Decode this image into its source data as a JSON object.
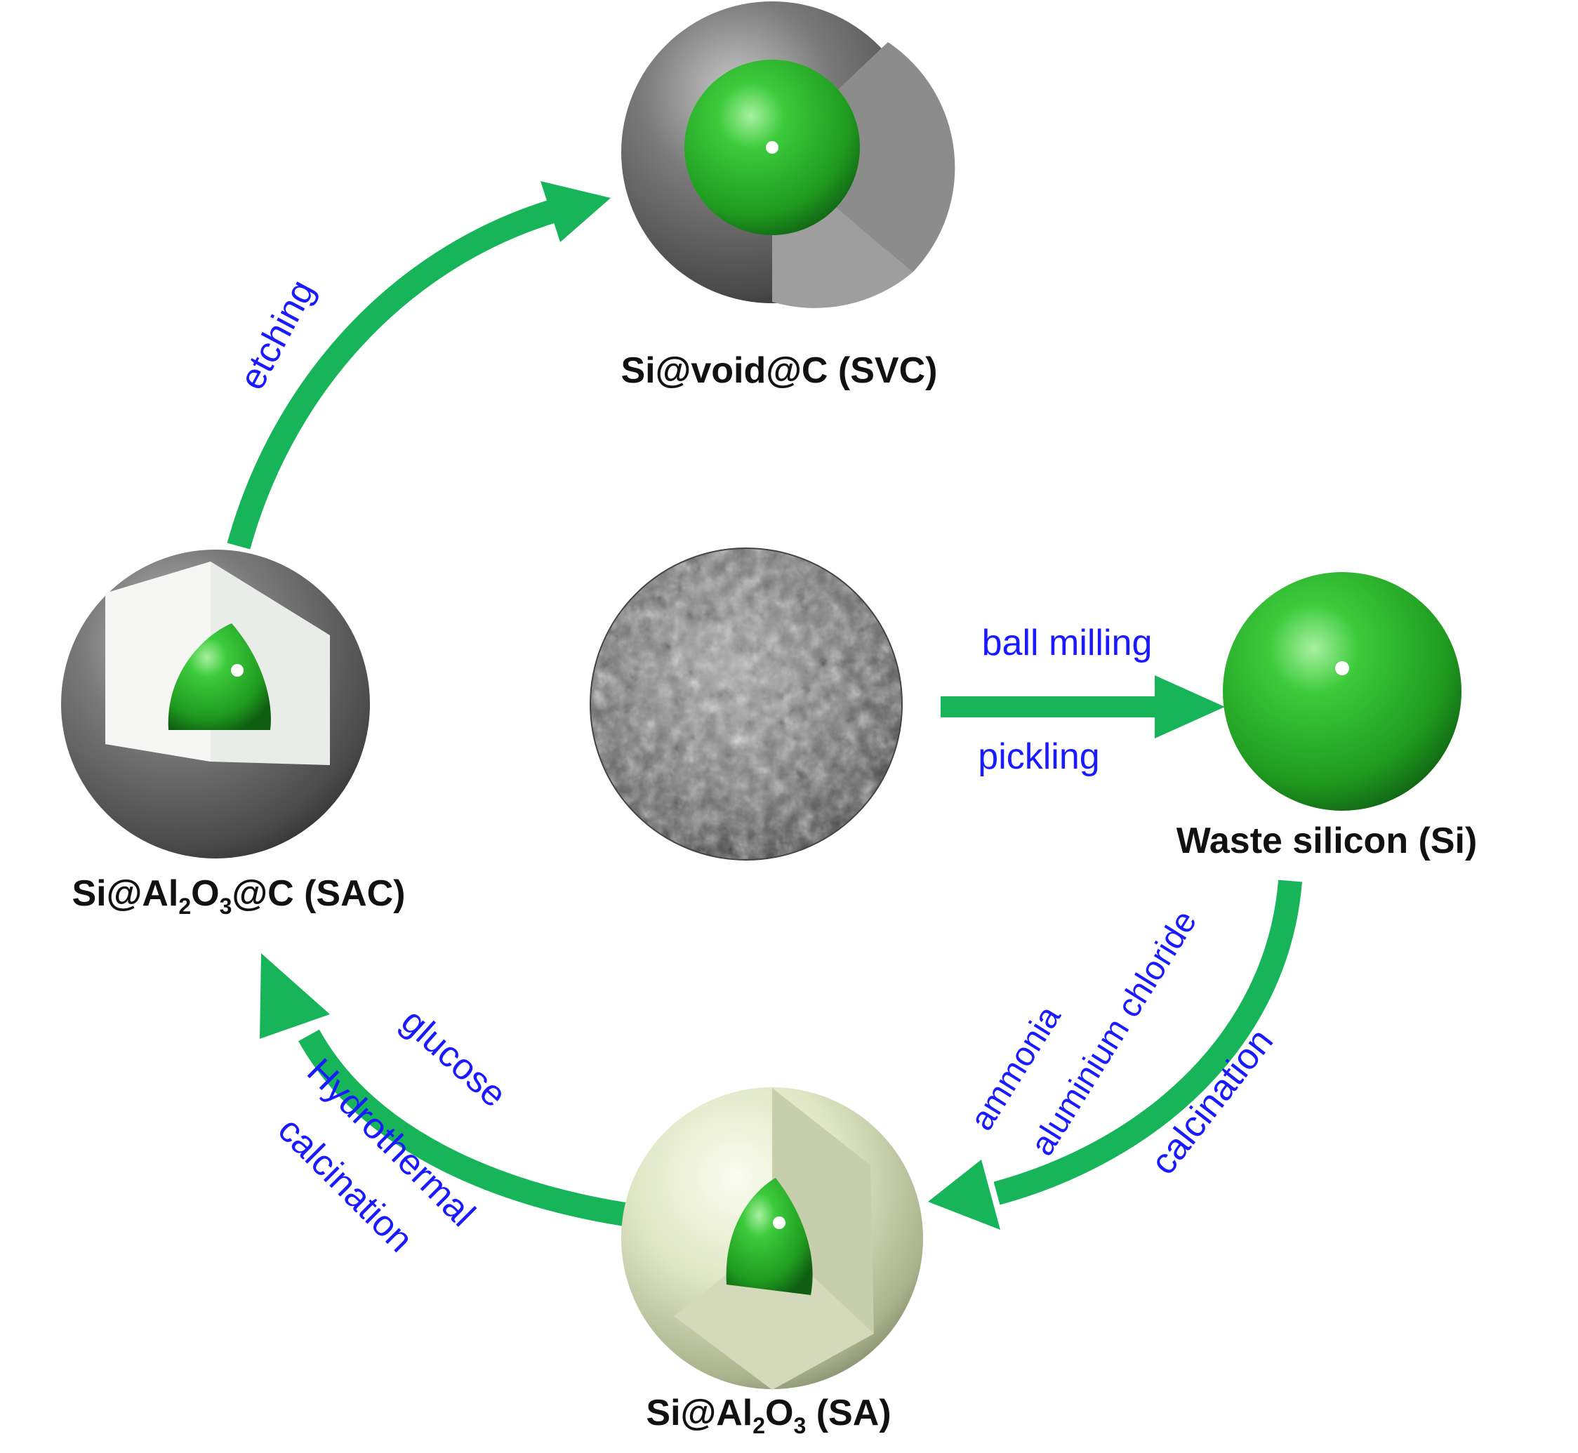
{
  "colors": {
    "arrow_green": "#18b45a",
    "si_green": "#2fbf2f",
    "carbon_gray": "#6a6a6a",
    "alumina_cream": "#e6ebcf",
    "step_text_blue": "#1a1aff",
    "label_black": "#111111"
  },
  "nodes": {
    "svc": {
      "label": "Si@void@C (SVC)"
    },
    "waste": {
      "label": "Waste silicon (Si)"
    },
    "sac": {
      "label_parts": [
        "Si@Al",
        "2",
        "O",
        "3",
        "@C (SAC)"
      ]
    },
    "sa": {
      "label_parts": [
        "Si@Al",
        "2",
        "O",
        "3",
        " (SA)"
      ]
    },
    "raw": {
      "icon": "raw-waste-silicon-micrograph"
    }
  },
  "steps": {
    "etching": "etching",
    "ball_milling": "ball milling",
    "pickling": "pickling",
    "ammonia": "ammonia",
    "aluminium_chloride": "aluminium chloride",
    "calcination_right": "calcination",
    "glucose": "glucose",
    "hydrothermal": "Hydrothermal",
    "calcination_left": "calcination"
  }
}
